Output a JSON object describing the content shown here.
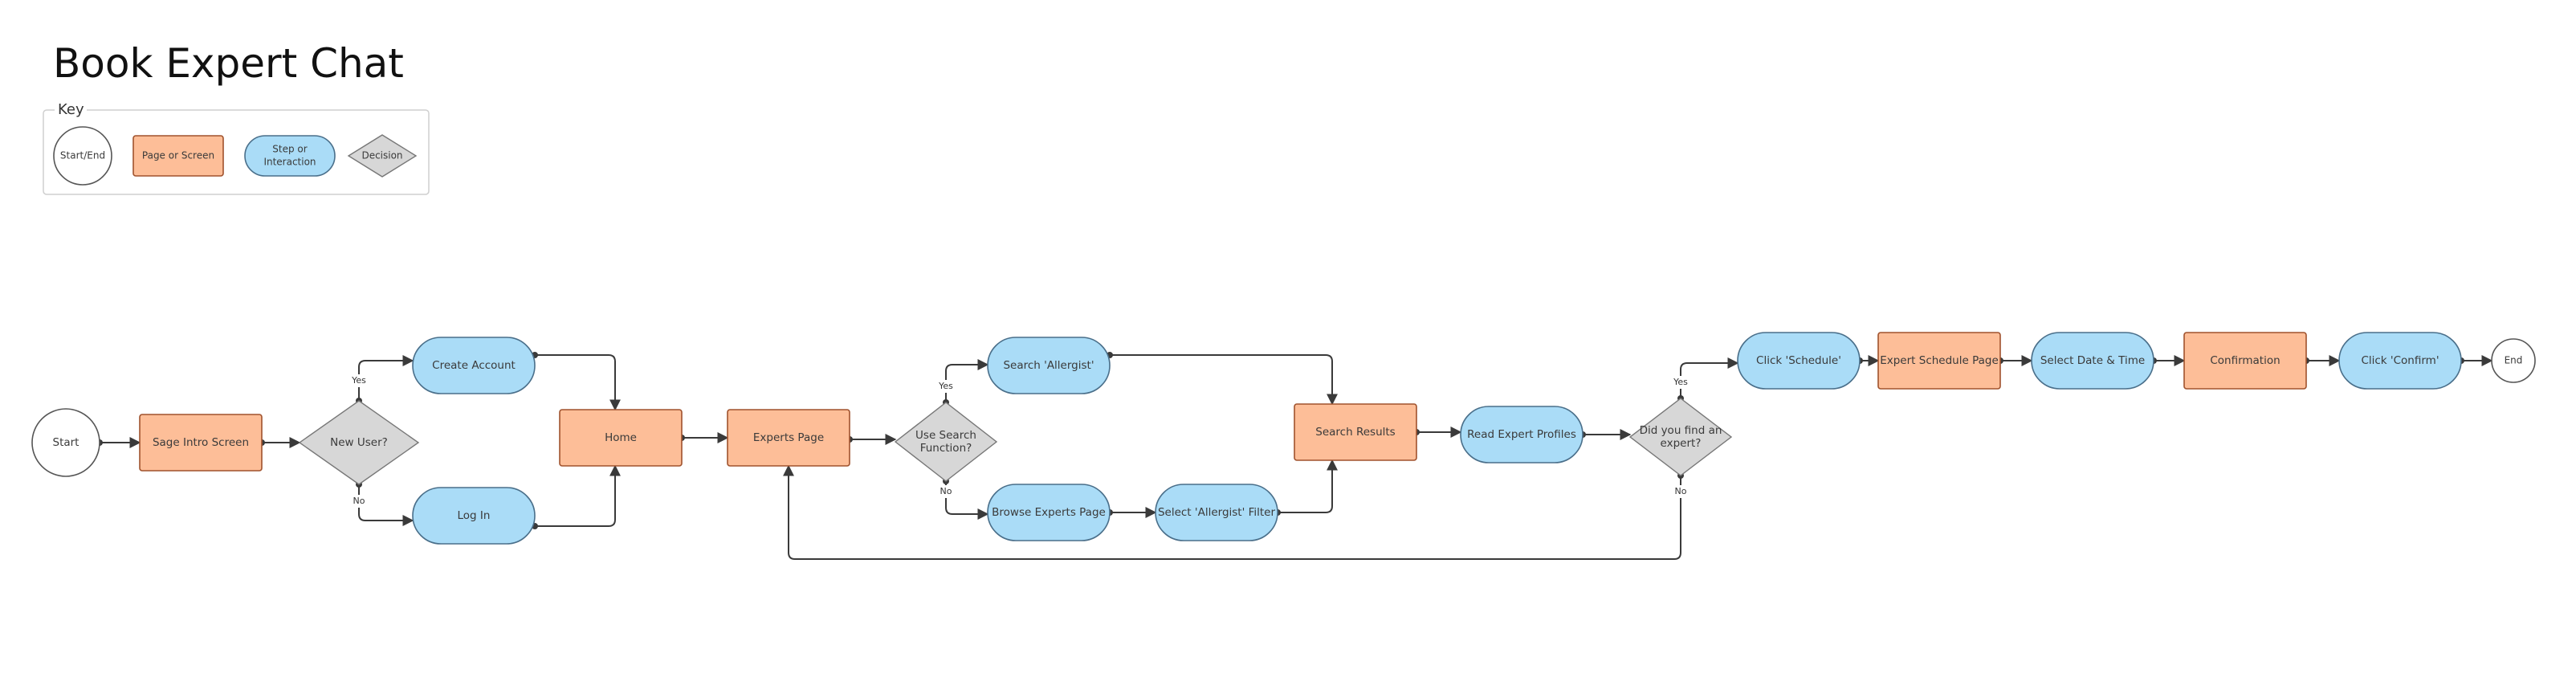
{
  "title": "Book Expert Chat",
  "colors": {
    "page_or_screen": "#fdbe98",
    "step_or_interaction": "#aadcf7",
    "decision": "#d7d7d7",
    "start_end": "#ffffff",
    "edge": "#3a3a3a"
  },
  "key": {
    "title": "Key",
    "items": [
      {
        "shape": "circle",
        "lines": [
          "Start/End"
        ]
      },
      {
        "shape": "rect",
        "lines": [
          "Page or Screen"
        ]
      },
      {
        "shape": "pill",
        "lines": [
          "Step or",
          "Interaction"
        ]
      },
      {
        "shape": "diamond",
        "lines": [
          "Decision"
        ]
      }
    ]
  },
  "nodes": [
    {
      "id": "start",
      "shape": "circle",
      "lines": [
        "Start"
      ]
    },
    {
      "id": "sage-intro",
      "shape": "rect",
      "lines": [
        "Sage Intro Screen"
      ]
    },
    {
      "id": "new-user",
      "shape": "diamond",
      "lines": [
        "New User?"
      ]
    },
    {
      "id": "create-account",
      "shape": "pill",
      "lines": [
        "Create Account"
      ]
    },
    {
      "id": "log-in",
      "shape": "pill",
      "lines": [
        "Log In"
      ]
    },
    {
      "id": "home",
      "shape": "rect",
      "lines": [
        "Home"
      ]
    },
    {
      "id": "experts-page",
      "shape": "rect",
      "lines": [
        "Experts Page"
      ]
    },
    {
      "id": "use-search",
      "shape": "diamond",
      "lines": [
        "Use Search",
        "Function?"
      ]
    },
    {
      "id": "search-allergist",
      "shape": "pill",
      "lines": [
        "Search 'Allergist'"
      ]
    },
    {
      "id": "browse-experts",
      "shape": "pill",
      "lines": [
        "Browse Experts Page"
      ]
    },
    {
      "id": "select-filter",
      "shape": "pill",
      "lines": [
        "Select 'Allergist' Filter"
      ]
    },
    {
      "id": "search-results",
      "shape": "rect",
      "lines": [
        "Search Results"
      ]
    },
    {
      "id": "read-profiles",
      "shape": "pill",
      "lines": [
        "Read Expert Profiles"
      ]
    },
    {
      "id": "find-expert",
      "shape": "diamond",
      "lines": [
        "Did you find an",
        "expert?"
      ]
    },
    {
      "id": "click-schedule",
      "shape": "pill",
      "lines": [
        "Click 'Schedule'"
      ]
    },
    {
      "id": "expert-schedule",
      "shape": "rect",
      "lines": [
        "Expert Schedule Page"
      ]
    },
    {
      "id": "select-date",
      "shape": "pill",
      "lines": [
        "Select Date & Time"
      ]
    },
    {
      "id": "confirmation",
      "shape": "rect",
      "lines": [
        "Confirmation"
      ]
    },
    {
      "id": "click-confirm",
      "shape": "pill",
      "lines": [
        "Click 'Confirm'"
      ]
    },
    {
      "id": "end",
      "shape": "circle",
      "lines": [
        "End"
      ]
    }
  ],
  "edge_labels": [
    "Yes",
    "No",
    "Yes",
    "No",
    "Yes",
    "No"
  ]
}
